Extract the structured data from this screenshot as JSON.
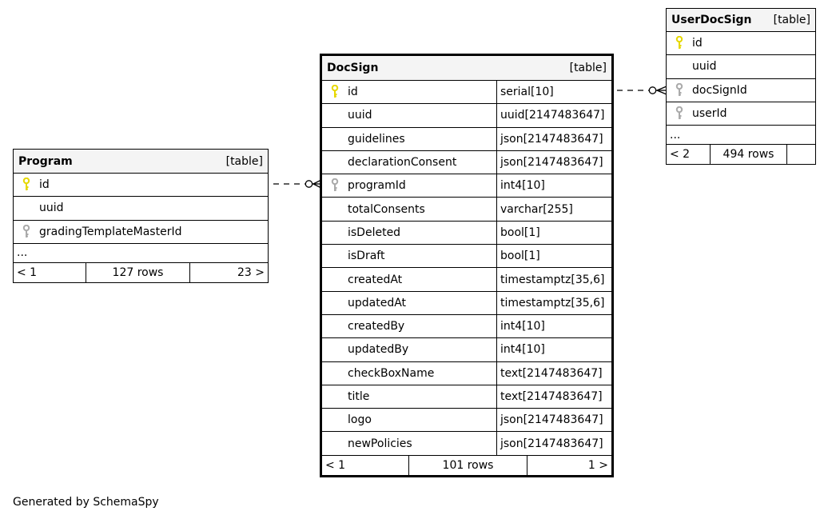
{
  "colors": {
    "primary_key": "#e6d800",
    "foreign_key": "#aaaaaa"
  },
  "tables": {
    "program": {
      "name": "Program",
      "kind": "[table]",
      "columns": [
        {
          "name": "id",
          "key": "primary",
          "icon": "primary-key-icon"
        },
        {
          "name": "uuid",
          "key": "none"
        },
        {
          "name": "gradingTemplateMasterId",
          "key": "foreign",
          "icon": "foreign-key-icon"
        }
      ],
      "ellipsis": "...",
      "footer": {
        "left": "< 1",
        "middle": "127 rows",
        "right": "23 >"
      }
    },
    "docsign": {
      "name": "DocSign",
      "kind": "[table]",
      "columns": [
        {
          "name": "id",
          "type": "serial[10]",
          "key": "primary",
          "icon": "primary-key-icon"
        },
        {
          "name": "uuid",
          "type": "uuid[2147483647]",
          "key": "none"
        },
        {
          "name": "guidelines",
          "type": "json[2147483647]",
          "key": "none"
        },
        {
          "name": "declarationConsent",
          "type": "json[2147483647]",
          "key": "none"
        },
        {
          "name": "programId",
          "type": "int4[10]",
          "key": "foreign",
          "icon": "foreign-key-icon"
        },
        {
          "name": "totalConsents",
          "type": "varchar[255]",
          "key": "none"
        },
        {
          "name": "isDeleted",
          "type": "bool[1]",
          "key": "none"
        },
        {
          "name": "isDraft",
          "type": "bool[1]",
          "key": "none"
        },
        {
          "name": "createdAt",
          "type": "timestamptz[35,6]",
          "key": "none"
        },
        {
          "name": "updatedAt",
          "type": "timestamptz[35,6]",
          "key": "none"
        },
        {
          "name": "createdBy",
          "type": "int4[10]",
          "key": "none"
        },
        {
          "name": "updatedBy",
          "type": "int4[10]",
          "key": "none"
        },
        {
          "name": "checkBoxName",
          "type": "text[2147483647]",
          "key": "none"
        },
        {
          "name": "title",
          "type": "text[2147483647]",
          "key": "none"
        },
        {
          "name": "logo",
          "type": "json[2147483647]",
          "key": "none"
        },
        {
          "name": "newPolicies",
          "type": "json[2147483647]",
          "key": "none"
        }
      ],
      "footer": {
        "left": "< 1",
        "middle": "101 rows",
        "right": "1 >"
      }
    },
    "userdocsign": {
      "name": "UserDocSign",
      "kind": "[table]",
      "columns": [
        {
          "name": "id",
          "key": "primary",
          "icon": "primary-key-icon"
        },
        {
          "name": "uuid",
          "key": "none"
        },
        {
          "name": "docSignId",
          "key": "foreign",
          "icon": "foreign-key-icon"
        },
        {
          "name": "userId",
          "key": "foreign",
          "icon": "foreign-key-icon"
        }
      ],
      "ellipsis": "...",
      "footer": {
        "left": "< 2",
        "middle": "494 rows",
        "right": ""
      }
    }
  },
  "relationships": [
    {
      "from": "docsign.programId",
      "to": "program.id"
    },
    {
      "from": "userdocsign.docSignId",
      "to": "docsign.id"
    }
  ],
  "generated_by": "Generated by SchemaSpy"
}
